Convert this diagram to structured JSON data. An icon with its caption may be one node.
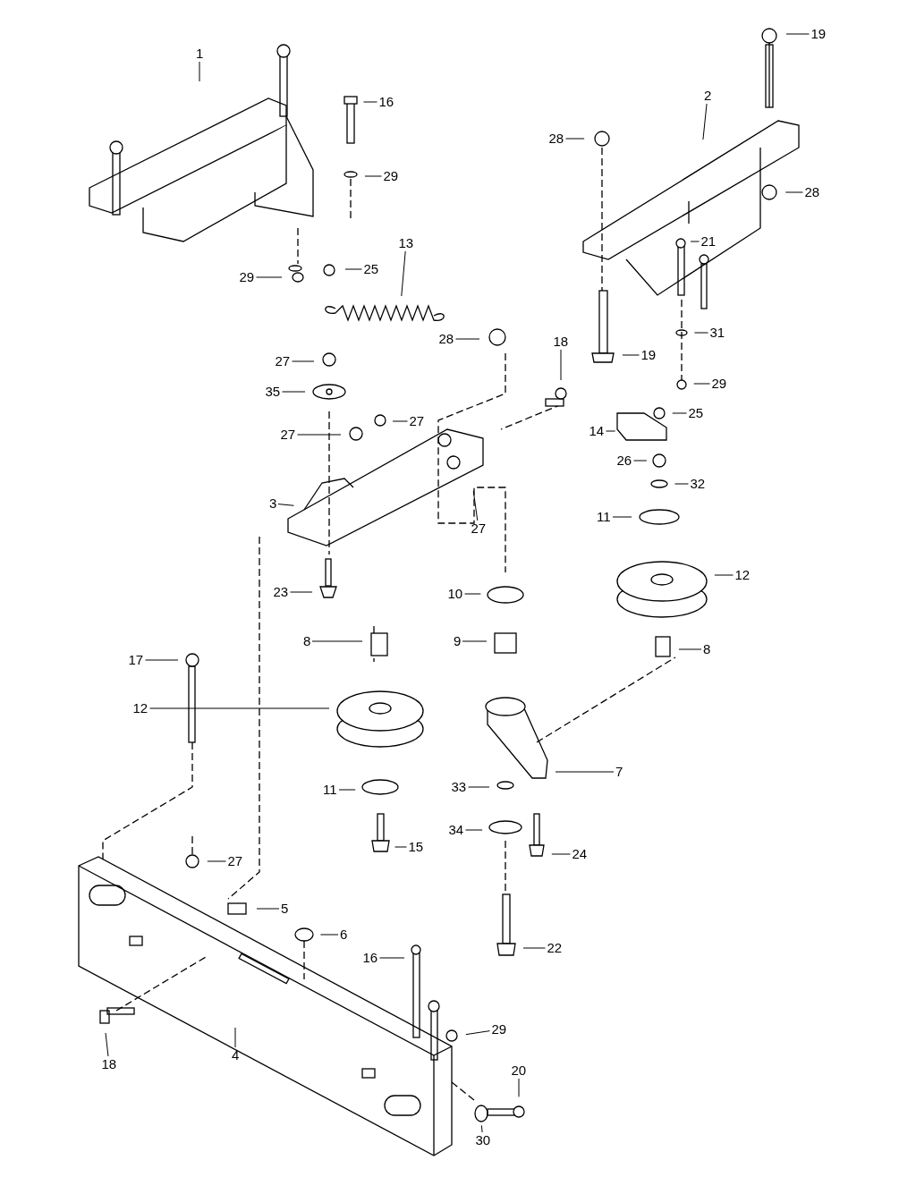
{
  "diagram": {
    "nodes": [
      {
        "text": [
          "19"
        ]
      },
      {
        "text": [
          "1"
        ]
      },
      {
        "text": [
          "2"
        ]
      },
      {
        "text": [
          "16"
        ]
      },
      {
        "text": [
          "28"
        ]
      },
      {
        "text": [
          "29"
        ]
      },
      {
        "text": [
          "28"
        ]
      },
      {
        "text": [
          "21"
        ]
      },
      {
        "text": [
          "13"
        ]
      },
      {
        "text": [
          "25"
        ]
      },
      {
        "text": [
          "29"
        ]
      },
      {
        "text": [
          "31"
        ]
      },
      {
        "text": [
          "28"
        ]
      },
      {
        "text": [
          "18"
        ]
      },
      {
        "text": [
          "19"
        ]
      },
      {
        "text": [
          "27"
        ]
      },
      {
        "text": [
          "29"
        ]
      },
      {
        "text": [
          "35"
        ]
      },
      {
        "text": [
          "25"
        ]
      },
      {
        "text": [
          "27"
        ]
      },
      {
        "text": [
          "14"
        ]
      },
      {
        "text": [
          "27"
        ]
      },
      {
        "text": [
          "26"
        ]
      },
      {
        "text": [
          "32"
        ]
      },
      {
        "text": [
          "3"
        ]
      },
      {
        "text": [
          "11"
        ]
      },
      {
        "text": [
          "27"
        ]
      },
      {
        "text": [
          "12"
        ]
      },
      {
        "text": [
          "23"
        ]
      },
      {
        "text": [
          "10"
        ]
      },
      {
        "text": [
          "8"
        ]
      },
      {
        "text": [
          "9"
        ]
      },
      {
        "text": [
          "8"
        ]
      },
      {
        "text": [
          "17"
        ]
      },
      {
        "text": [
          "12"
        ]
      },
      {
        "text": [
          "7"
        ]
      },
      {
        "text": [
          "33"
        ]
      },
      {
        "text": [
          "11"
        ]
      },
      {
        "text": [
          "34"
        ]
      },
      {
        "text": [
          "15"
        ]
      },
      {
        "text": [
          "24"
        ]
      },
      {
        "text": [
          "27"
        ]
      },
      {
        "text": [
          "5"
        ]
      },
      {
        "text": [
          "6"
        ]
      },
      {
        "text": [
          "22"
        ]
      },
      {
        "text": [
          "16"
        ]
      },
      {
        "text": [
          "29"
        ]
      },
      {
        "text": [
          "4"
        ]
      },
      {
        "text": [
          "18"
        ]
      },
      {
        "text": [
          "20"
        ]
      },
      {
        "text": [
          "30"
        ]
      }
    ],
    "edges": [
      {
        "from": 0,
        "to": null,
        "arrow": "none"
      },
      {
        "from": 1,
        "to": null,
        "arrow": "none"
      },
      {
        "from": 2,
        "to": null,
        "arrow": "none"
      },
      {
        "from": 3,
        "to": null,
        "arrow": "none"
      },
      {
        "from": 4,
        "to": null,
        "arrow": "none"
      },
      {
        "from": 5,
        "to": null,
        "arrow": "none"
      },
      {
        "from": 6,
        "to": null,
        "arrow": "none"
      },
      {
        "from": 7,
        "to": null,
        "arrow": "none"
      },
      {
        "from": 8,
        "to": null,
        "arrow": "none"
      },
      {
        "from": 9,
        "to": null,
        "arrow": "none"
      },
      {
        "from": 10,
        "to": null,
        "arrow": "none"
      },
      {
        "from": 11,
        "to": null,
        "arrow": "none"
      },
      {
        "from": 12,
        "to": null,
        "arrow": "none"
      },
      {
        "from": 13,
        "to": null,
        "arrow": "none"
      },
      {
        "from": 14,
        "to": null,
        "arrow": "none"
      },
      {
        "from": 15,
        "to": null,
        "arrow": "none"
      },
      {
        "from": 16,
        "to": null,
        "arrow": "none"
      },
      {
        "from": 17,
        "to": null,
        "arrow": "none"
      },
      {
        "from": 18,
        "to": null,
        "arrow": "none"
      },
      {
        "from": 19,
        "to": null,
        "arrow": "none"
      },
      {
        "from": 20,
        "to": null,
        "arrow": "none"
      },
      {
        "from": 21,
        "to": null,
        "arrow": "none"
      },
      {
        "from": 22,
        "to": null,
        "arrow": "none"
      },
      {
        "from": 23,
        "to": null,
        "arrow": "none"
      },
      {
        "from": 24,
        "to": null,
        "arrow": "none"
      },
      {
        "from": 25,
        "to": null,
        "arrow": "none"
      },
      {
        "from": 26,
        "to": null,
        "arrow": "none"
      },
      {
        "from": 27,
        "to": null,
        "arrow": "none"
      },
      {
        "from": 28,
        "to": null,
        "arrow": "none"
      },
      {
        "from": 29,
        "to": null,
        "arrow": "none"
      },
      {
        "from": 30,
        "to": null,
        "arrow": "none"
      },
      {
        "from": 31,
        "to": null,
        "arrow": "none"
      },
      {
        "from": 32,
        "to": null,
        "arrow": "none"
      },
      {
        "from": 33,
        "to": null,
        "arrow": "none"
      },
      {
        "from": 34,
        "to": null,
        "arrow": "none"
      },
      {
        "from": 35,
        "to": null,
        "arrow": "none"
      },
      {
        "from": 36,
        "to": null,
        "arrow": "none"
      },
      {
        "from": 37,
        "to": null,
        "arrow": "none"
      },
      {
        "from": 38,
        "to": null,
        "arrow": "none"
      },
      {
        "from": 39,
        "to": null,
        "arrow": "none"
      },
      {
        "from": 40,
        "to": null,
        "arrow": "none"
      },
      {
        "from": 41,
        "to": null,
        "arrow": "none"
      },
      {
        "from": 42,
        "to": null,
        "arrow": "none"
      },
      {
        "from": 43,
        "to": null,
        "arrow": "none"
      },
      {
        "from": 44,
        "to": null,
        "arrow": "none"
      },
      {
        "from": 45,
        "to": null,
        "arrow": "none"
      },
      {
        "from": 46,
        "to": null,
        "arrow": "none"
      },
      {
        "from": 47,
        "to": null,
        "arrow": "none"
      },
      {
        "from": 48,
        "to": null,
        "arrow": "none"
      },
      {
        "from": 49,
        "to": null,
        "arrow": "none"
      },
      {
        "from": 50,
        "to": null,
        "arrow": "none"
      }
    ]
  }
}
